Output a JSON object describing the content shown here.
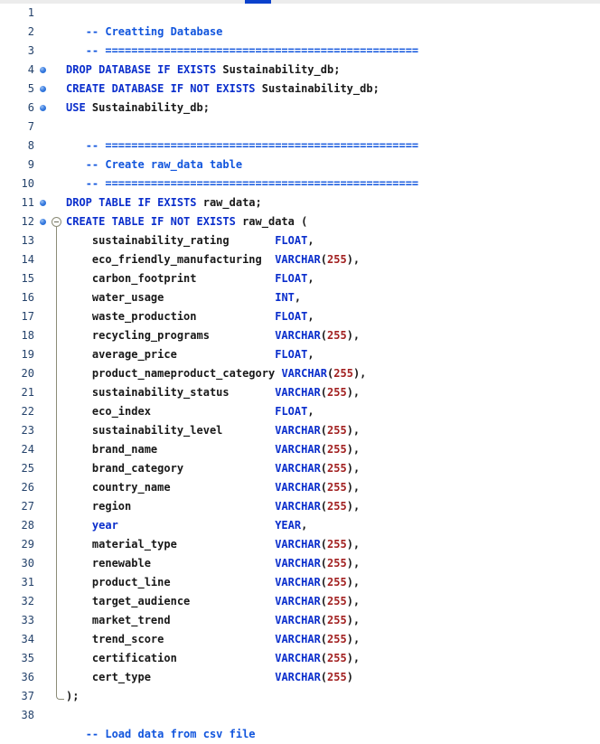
{
  "app": {
    "name": "sql-code-editor"
  },
  "topbar": {
    "bg": "#ececec",
    "accent_color": "#0a41cc"
  },
  "syntax_colors": {
    "keyword": "#0a2ecc",
    "comment": "#1155dd",
    "identifier": "#181818",
    "number": "#a22020",
    "line_number": "#24426b",
    "fold_guide": "#8c8c78",
    "statement_dot": "#1565cf"
  },
  "lines": [
    {
      "n": "1",
      "dot": false,
      "fold": "none",
      "segs": []
    },
    {
      "n": "2",
      "dot": false,
      "fold": "none",
      "segs": [
        {
          "t": "   ",
          "c": "p"
        },
        {
          "t": "-- Creatting Database",
          "c": "c"
        }
      ]
    },
    {
      "n": "3",
      "dot": false,
      "fold": "none",
      "segs": [
        {
          "t": "   ",
          "c": "p"
        },
        {
          "t": "-- ================================================",
          "c": "c"
        }
      ]
    },
    {
      "n": "4",
      "dot": true,
      "fold": "none",
      "segs": [
        {
          "t": "DROP DATABASE IF EXISTS ",
          "c": "k"
        },
        {
          "t": "Sustainability_db",
          "c": "i"
        },
        {
          "t": ";",
          "c": "p"
        }
      ]
    },
    {
      "n": "5",
      "dot": true,
      "fold": "none",
      "segs": [
        {
          "t": "CREATE DATABASE IF NOT EXISTS ",
          "c": "k"
        },
        {
          "t": "Sustainability_db",
          "c": "i"
        },
        {
          "t": ";",
          "c": "p"
        }
      ]
    },
    {
      "n": "6",
      "dot": true,
      "fold": "none",
      "segs": [
        {
          "t": "USE ",
          "c": "k"
        },
        {
          "t": "Sustainability_db",
          "c": "i"
        },
        {
          "t": ";",
          "c": "p"
        }
      ]
    },
    {
      "n": "7",
      "dot": false,
      "fold": "none",
      "segs": []
    },
    {
      "n": "8",
      "dot": false,
      "fold": "none",
      "segs": [
        {
          "t": "   ",
          "c": "p"
        },
        {
          "t": "-- ================================================",
          "c": "c"
        }
      ]
    },
    {
      "n": "9",
      "dot": false,
      "fold": "none",
      "segs": [
        {
          "t": "   ",
          "c": "p"
        },
        {
          "t": "-- Create raw_data table",
          "c": "c"
        }
      ]
    },
    {
      "n": "10",
      "dot": false,
      "fold": "none",
      "segs": [
        {
          "t": "   ",
          "c": "p"
        },
        {
          "t": "-- ================================================",
          "c": "c"
        }
      ]
    },
    {
      "n": "11",
      "dot": true,
      "fold": "none",
      "segs": [
        {
          "t": "DROP TABLE IF EXISTS ",
          "c": "k"
        },
        {
          "t": "raw_data",
          "c": "i"
        },
        {
          "t": ";",
          "c": "p"
        }
      ]
    },
    {
      "n": "12",
      "dot": true,
      "fold": "start",
      "segs": [
        {
          "t": "CREATE TABLE IF NOT EXISTS ",
          "c": "k"
        },
        {
          "t": "raw_data ",
          "c": "i"
        },
        {
          "t": "(",
          "c": "p"
        }
      ]
    },
    {
      "n": "13",
      "dot": false,
      "fold": "mid",
      "segs": [
        {
          "t": "    ",
          "c": "p"
        },
        {
          "t": "sustainability_rating",
          "c": "i"
        },
        {
          "t": "       ",
          "c": "p"
        },
        {
          "t": "FLOAT",
          "c": "k"
        },
        {
          "t": ",",
          "c": "p"
        }
      ]
    },
    {
      "n": "14",
      "dot": false,
      "fold": "mid",
      "segs": [
        {
          "t": "    ",
          "c": "p"
        },
        {
          "t": "eco_friendly_manufacturing",
          "c": "i"
        },
        {
          "t": "  ",
          "c": "p"
        },
        {
          "t": "VARCHAR",
          "c": "k"
        },
        {
          "t": "(",
          "c": "p"
        },
        {
          "t": "255",
          "c": "n"
        },
        {
          "t": "),",
          "c": "p"
        }
      ]
    },
    {
      "n": "15",
      "dot": false,
      "fold": "mid",
      "segs": [
        {
          "t": "    ",
          "c": "p"
        },
        {
          "t": "carbon_footprint",
          "c": "i"
        },
        {
          "t": "            ",
          "c": "p"
        },
        {
          "t": "FLOAT",
          "c": "k"
        },
        {
          "t": ",",
          "c": "p"
        }
      ]
    },
    {
      "n": "16",
      "dot": false,
      "fold": "mid",
      "segs": [
        {
          "t": "    ",
          "c": "p"
        },
        {
          "t": "water_usage",
          "c": "i"
        },
        {
          "t": "                 ",
          "c": "p"
        },
        {
          "t": "INT",
          "c": "k"
        },
        {
          "t": ",",
          "c": "p"
        }
      ]
    },
    {
      "n": "17",
      "dot": false,
      "fold": "mid",
      "segs": [
        {
          "t": "    ",
          "c": "p"
        },
        {
          "t": "waste_production",
          "c": "i"
        },
        {
          "t": "            ",
          "c": "p"
        },
        {
          "t": "FLOAT",
          "c": "k"
        },
        {
          "t": ",",
          "c": "p"
        }
      ]
    },
    {
      "n": "18",
      "dot": false,
      "fold": "mid",
      "segs": [
        {
          "t": "    ",
          "c": "p"
        },
        {
          "t": "recycling_programs",
          "c": "i"
        },
        {
          "t": "          ",
          "c": "p"
        },
        {
          "t": "VARCHAR",
          "c": "k"
        },
        {
          "t": "(",
          "c": "p"
        },
        {
          "t": "255",
          "c": "n"
        },
        {
          "t": "),",
          "c": "p"
        }
      ]
    },
    {
      "n": "19",
      "dot": false,
      "fold": "mid",
      "segs": [
        {
          "t": "    ",
          "c": "p"
        },
        {
          "t": "average_price",
          "c": "i"
        },
        {
          "t": "               ",
          "c": "p"
        },
        {
          "t": "FLOAT",
          "c": "k"
        },
        {
          "t": ",",
          "c": "p"
        }
      ]
    },
    {
      "n": "20",
      "dot": false,
      "fold": "mid",
      "segs": [
        {
          "t": "    ",
          "c": "p"
        },
        {
          "t": "product_nameproduct_category",
          "c": "i"
        },
        {
          "t": " ",
          "c": "p"
        },
        {
          "t": "VARCHAR",
          "c": "k"
        },
        {
          "t": "(",
          "c": "p"
        },
        {
          "t": "255",
          "c": "n"
        },
        {
          "t": "),",
          "c": "p"
        }
      ]
    },
    {
      "n": "21",
      "dot": false,
      "fold": "mid",
      "segs": [
        {
          "t": "    ",
          "c": "p"
        },
        {
          "t": "sustainability_status",
          "c": "i"
        },
        {
          "t": "       ",
          "c": "p"
        },
        {
          "t": "VARCHAR",
          "c": "k"
        },
        {
          "t": "(",
          "c": "p"
        },
        {
          "t": "255",
          "c": "n"
        },
        {
          "t": "),",
          "c": "p"
        }
      ]
    },
    {
      "n": "22",
      "dot": false,
      "fold": "mid",
      "segs": [
        {
          "t": "    ",
          "c": "p"
        },
        {
          "t": "eco_index",
          "c": "i"
        },
        {
          "t": "                   ",
          "c": "p"
        },
        {
          "t": "FLOAT",
          "c": "k"
        },
        {
          "t": ",",
          "c": "p"
        }
      ]
    },
    {
      "n": "23",
      "dot": false,
      "fold": "mid",
      "segs": [
        {
          "t": "    ",
          "c": "p"
        },
        {
          "t": "sustainability_level",
          "c": "i"
        },
        {
          "t": "        ",
          "c": "p"
        },
        {
          "t": "VARCHAR",
          "c": "k"
        },
        {
          "t": "(",
          "c": "p"
        },
        {
          "t": "255",
          "c": "n"
        },
        {
          "t": "),",
          "c": "p"
        }
      ]
    },
    {
      "n": "24",
      "dot": false,
      "fold": "mid",
      "segs": [
        {
          "t": "    ",
          "c": "p"
        },
        {
          "t": "brand_name",
          "c": "i"
        },
        {
          "t": "                  ",
          "c": "p"
        },
        {
          "t": "VARCHAR",
          "c": "k"
        },
        {
          "t": "(",
          "c": "p"
        },
        {
          "t": "255",
          "c": "n"
        },
        {
          "t": "),",
          "c": "p"
        }
      ]
    },
    {
      "n": "25",
      "dot": false,
      "fold": "mid",
      "segs": [
        {
          "t": "    ",
          "c": "p"
        },
        {
          "t": "brand_category",
          "c": "i"
        },
        {
          "t": "              ",
          "c": "p"
        },
        {
          "t": "VARCHAR",
          "c": "k"
        },
        {
          "t": "(",
          "c": "p"
        },
        {
          "t": "255",
          "c": "n"
        },
        {
          "t": "),",
          "c": "p"
        }
      ]
    },
    {
      "n": "26",
      "dot": false,
      "fold": "mid",
      "segs": [
        {
          "t": "    ",
          "c": "p"
        },
        {
          "t": "country_name",
          "c": "i"
        },
        {
          "t": "                ",
          "c": "p"
        },
        {
          "t": "VARCHAR",
          "c": "k"
        },
        {
          "t": "(",
          "c": "p"
        },
        {
          "t": "255",
          "c": "n"
        },
        {
          "t": "),",
          "c": "p"
        }
      ]
    },
    {
      "n": "27",
      "dot": false,
      "fold": "mid",
      "segs": [
        {
          "t": "    ",
          "c": "p"
        },
        {
          "t": "region",
          "c": "i"
        },
        {
          "t": "                      ",
          "c": "p"
        },
        {
          "t": "VARCHAR",
          "c": "k"
        },
        {
          "t": "(",
          "c": "p"
        },
        {
          "t": "255",
          "c": "n"
        },
        {
          "t": "),",
          "c": "p"
        }
      ]
    },
    {
      "n": "28",
      "dot": false,
      "fold": "mid",
      "segs": [
        {
          "t": "    ",
          "c": "p"
        },
        {
          "t": "year",
          "c": "k"
        },
        {
          "t": "                        ",
          "c": "p"
        },
        {
          "t": "YEAR",
          "c": "k"
        },
        {
          "t": ",",
          "c": "p"
        }
      ]
    },
    {
      "n": "29",
      "dot": false,
      "fold": "mid",
      "segs": [
        {
          "t": "    ",
          "c": "p"
        },
        {
          "t": "material_type",
          "c": "i"
        },
        {
          "t": "               ",
          "c": "p"
        },
        {
          "t": "VARCHAR",
          "c": "k"
        },
        {
          "t": "(",
          "c": "p"
        },
        {
          "t": "255",
          "c": "n"
        },
        {
          "t": "),",
          "c": "p"
        }
      ]
    },
    {
      "n": "30",
      "dot": false,
      "fold": "mid",
      "segs": [
        {
          "t": "    ",
          "c": "p"
        },
        {
          "t": "renewable",
          "c": "i"
        },
        {
          "t": "                   ",
          "c": "p"
        },
        {
          "t": "VARCHAR",
          "c": "k"
        },
        {
          "t": "(",
          "c": "p"
        },
        {
          "t": "255",
          "c": "n"
        },
        {
          "t": "),",
          "c": "p"
        }
      ]
    },
    {
      "n": "31",
      "dot": false,
      "fold": "mid",
      "segs": [
        {
          "t": "    ",
          "c": "p"
        },
        {
          "t": "product_line",
          "c": "i"
        },
        {
          "t": "                ",
          "c": "p"
        },
        {
          "t": "VARCHAR",
          "c": "k"
        },
        {
          "t": "(",
          "c": "p"
        },
        {
          "t": "255",
          "c": "n"
        },
        {
          "t": "),",
          "c": "p"
        }
      ]
    },
    {
      "n": "32",
      "dot": false,
      "fold": "mid",
      "segs": [
        {
          "t": "    ",
          "c": "p"
        },
        {
          "t": "target_audience",
          "c": "i"
        },
        {
          "t": "             ",
          "c": "p"
        },
        {
          "t": "VARCHAR",
          "c": "k"
        },
        {
          "t": "(",
          "c": "p"
        },
        {
          "t": "255",
          "c": "n"
        },
        {
          "t": "),",
          "c": "p"
        }
      ]
    },
    {
      "n": "33",
      "dot": false,
      "fold": "mid",
      "segs": [
        {
          "t": "    ",
          "c": "p"
        },
        {
          "t": "market_trend",
          "c": "i"
        },
        {
          "t": "                ",
          "c": "p"
        },
        {
          "t": "VARCHAR",
          "c": "k"
        },
        {
          "t": "(",
          "c": "p"
        },
        {
          "t": "255",
          "c": "n"
        },
        {
          "t": "),",
          "c": "p"
        }
      ]
    },
    {
      "n": "34",
      "dot": false,
      "fold": "mid",
      "segs": [
        {
          "t": "    ",
          "c": "p"
        },
        {
          "t": "trend_score",
          "c": "i"
        },
        {
          "t": "                 ",
          "c": "p"
        },
        {
          "t": "VARCHAR",
          "c": "k"
        },
        {
          "t": "(",
          "c": "p"
        },
        {
          "t": "255",
          "c": "n"
        },
        {
          "t": "),",
          "c": "p"
        }
      ]
    },
    {
      "n": "35",
      "dot": false,
      "fold": "mid",
      "segs": [
        {
          "t": "    ",
          "c": "p"
        },
        {
          "t": "certification",
          "c": "i"
        },
        {
          "t": "               ",
          "c": "p"
        },
        {
          "t": "VARCHAR",
          "c": "k"
        },
        {
          "t": "(",
          "c": "p"
        },
        {
          "t": "255",
          "c": "n"
        },
        {
          "t": "),",
          "c": "p"
        }
      ]
    },
    {
      "n": "36",
      "dot": false,
      "fold": "mid",
      "segs": [
        {
          "t": "    ",
          "c": "p"
        },
        {
          "t": "cert_type",
          "c": "i"
        },
        {
          "t": "                   ",
          "c": "p"
        },
        {
          "t": "VARCHAR",
          "c": "k"
        },
        {
          "t": "(",
          "c": "p"
        },
        {
          "t": "255",
          "c": "n"
        },
        {
          "t": ")",
          "c": "p"
        }
      ]
    },
    {
      "n": "37",
      "dot": false,
      "fold": "end",
      "segs": [
        {
          "t": ");",
          "c": "p"
        }
      ]
    },
    {
      "n": "38",
      "dot": false,
      "fold": "none",
      "segs": []
    },
    {
      "n": "",
      "dot": false,
      "fold": "none",
      "segs": [
        {
          "t": "   ",
          "c": "p"
        },
        {
          "t": "-- Load data from csv file",
          "c": "c"
        }
      ]
    }
  ]
}
